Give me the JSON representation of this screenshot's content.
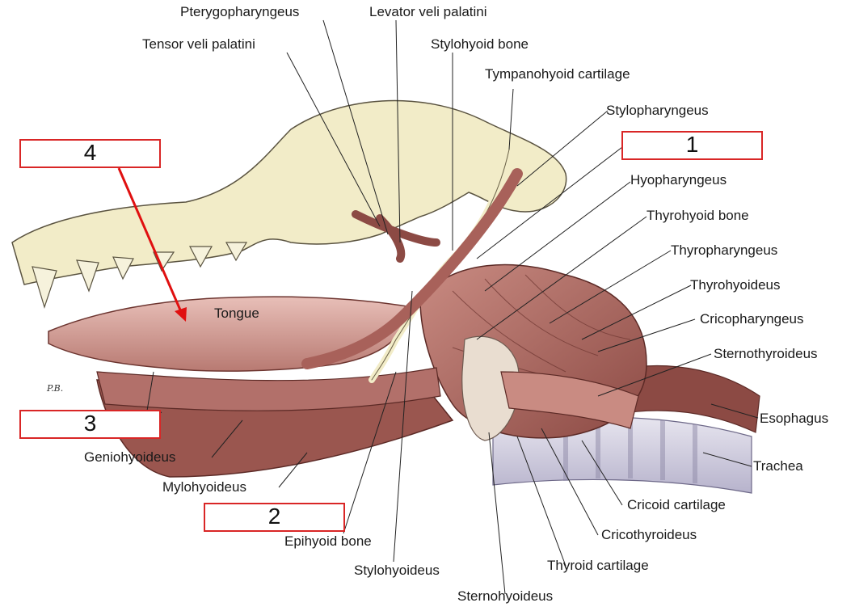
{
  "labels": {
    "pterygopharyngeus": "Pterygopharyngeus",
    "levator_veli_palatini": "Levator veli palatini",
    "tensor_veli_palatini": "Tensor veli palatini",
    "stylohyoid_bone": "Stylohyoid bone",
    "tympanohyoid_cartilage": "Tympanohyoid cartilage",
    "stylopharyngeus": "Stylopharyngeus",
    "hyopharyngeus": "Hyopharyngeus",
    "thyrohyoid_bone": "Thyrohyoid bone",
    "thyropharyngeus": "Thyropharyngeus",
    "thyrohyoideus": "Thyrohyoideus",
    "cricopharyngeus": "Cricopharyngeus",
    "sternothyroideus": "Sternothyroideus",
    "esophagus": "Esophagus",
    "trachea": "Trachea",
    "cricoid_cartilage": "Cricoid cartilage",
    "cricothyroideus": "Cricothyroideus",
    "thyroid_cartilage": "Thyroid cartilage",
    "sternohyoideus": "Sternohyoideus",
    "stylohyoideus": "Stylohyoideus",
    "epihyoid_bone": "Epihyoid bone",
    "mylohyoideus": "Mylohyoideus",
    "geniohyoideus": "Geniohyoideus",
    "tongue": "Tongue"
  },
  "answer_boxes": {
    "box1": "1",
    "box2": "2",
    "box3": "3",
    "box4": "4"
  },
  "signature": "P.B.",
  "colors": {
    "bone": "#f2ecc8",
    "muscle": "#a8615a",
    "muscle_dark": "#7a3a36",
    "muscle_light": "#d9a9a0",
    "trachea": "#c9c6d8",
    "box_border": "#d92626",
    "arrow": "#e01010"
  }
}
